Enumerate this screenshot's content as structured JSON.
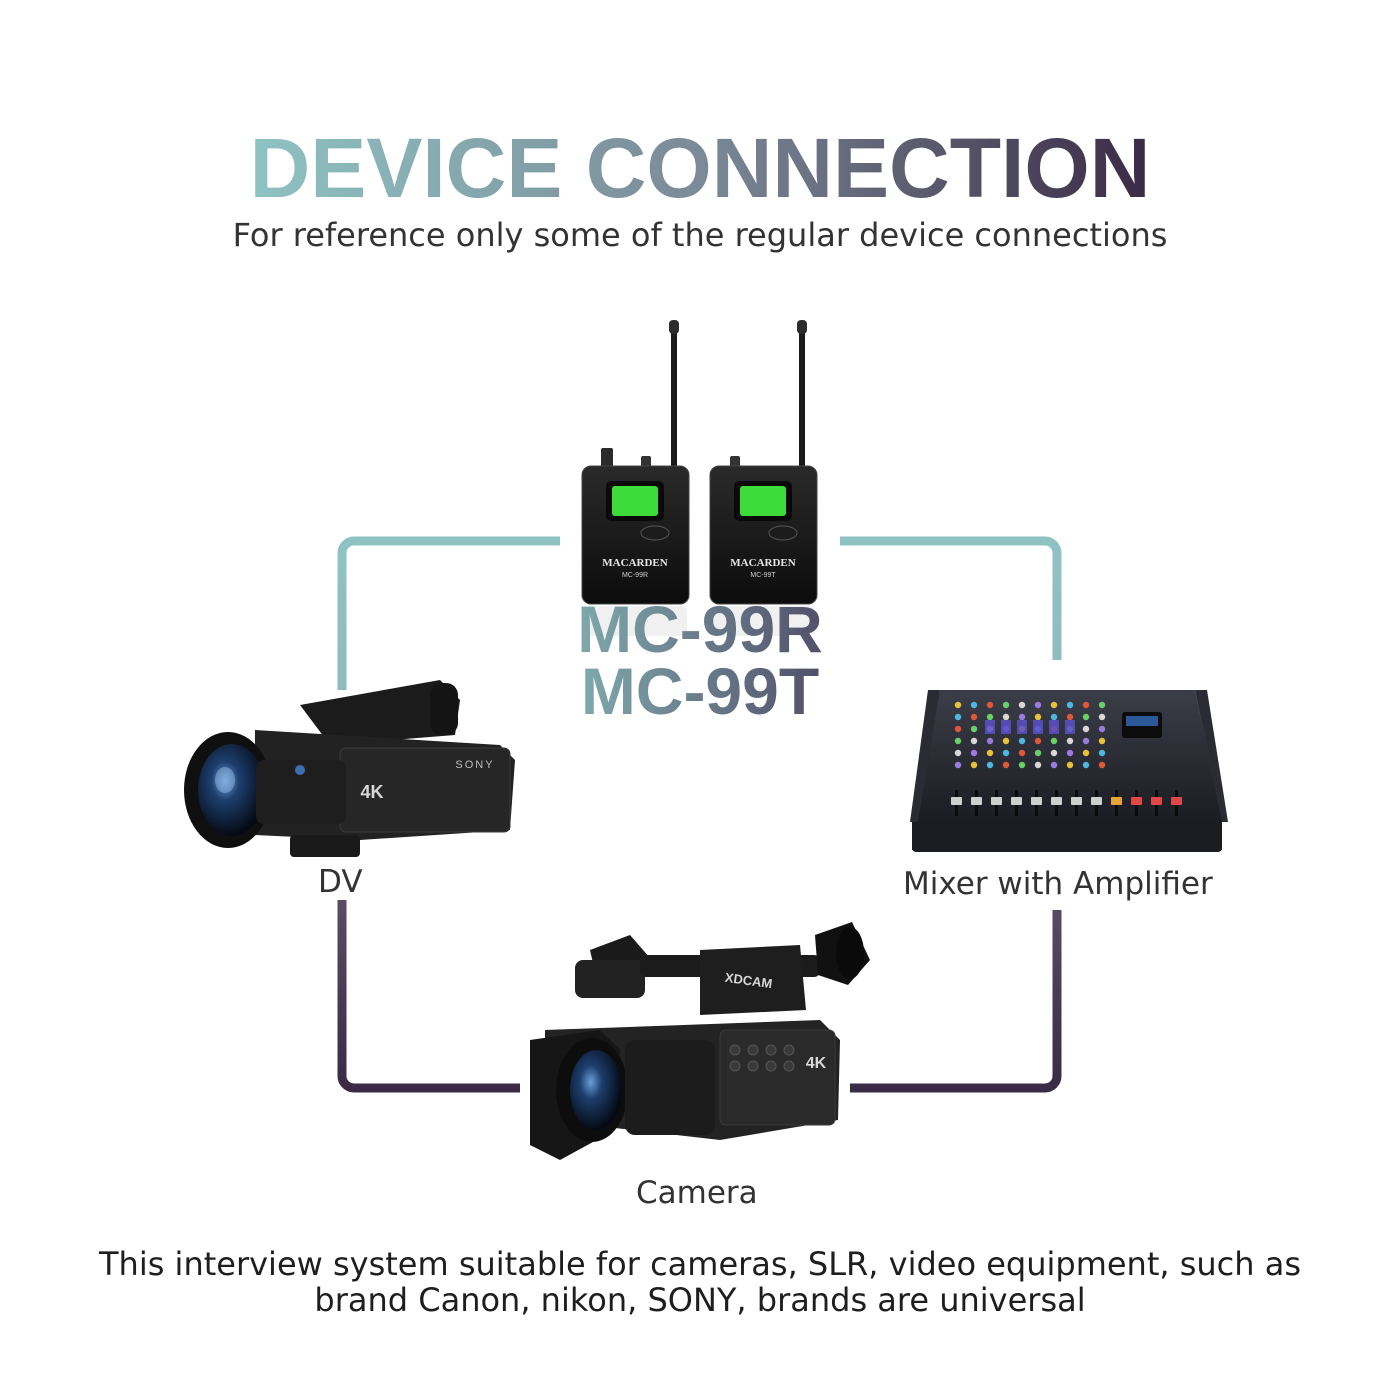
{
  "header": {
    "title": "DEVICE CONNECTION",
    "subtitle": "For reference only some of the regular device connections"
  },
  "hub": {
    "model_line_1": "MC-99R",
    "model_line_2": "MC-99T",
    "receiver": {
      "brand": "MACARDEN",
      "model": "MC-99R"
    },
    "transmitter": {
      "brand": "MACARDEN",
      "model": "MC-99T"
    }
  },
  "devices": {
    "dv": {
      "label": "DV",
      "brand": "SONY",
      "badge": "4K"
    },
    "mixer": {
      "label": "Mixer with Amplifier"
    },
    "camera": {
      "label": "Camera",
      "brand": "XDCAM",
      "badge": "4K"
    }
  },
  "footer": {
    "line_1": "This interview system suitable for cameras, SLR, video equipment, such as",
    "line_2": "brand Canon, nikon, SONY, brands are universal"
  },
  "colors": {
    "gradient_start": "#8fc3c3",
    "gradient_end": "#3a2a45",
    "lcd_green": "#3ddc3a"
  }
}
